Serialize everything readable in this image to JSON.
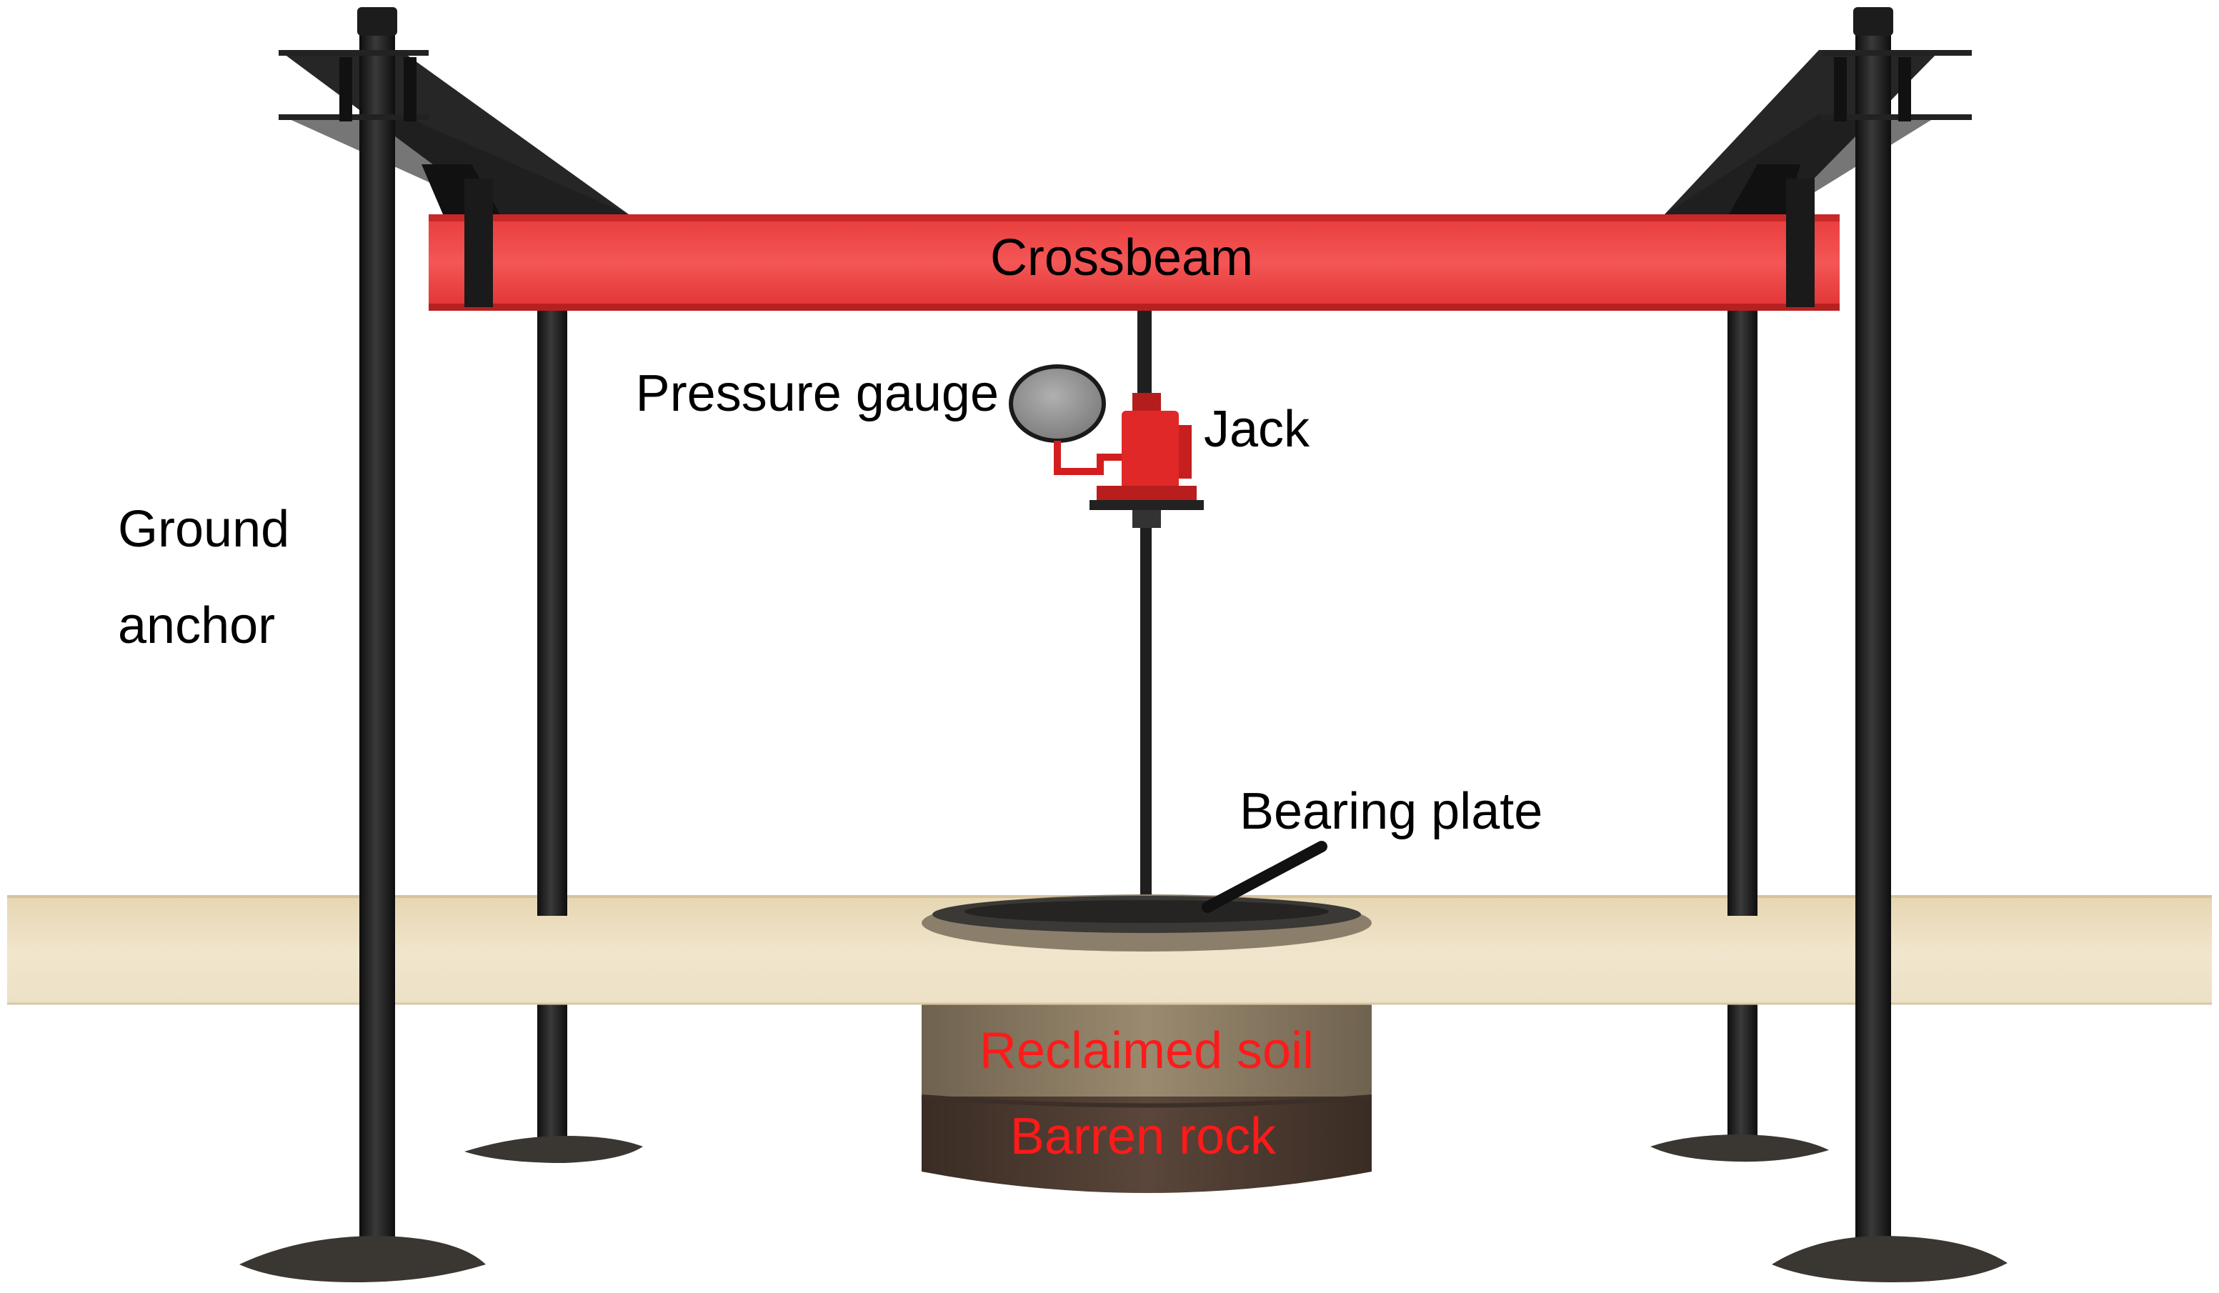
{
  "labels": {
    "crossbeam": "Crossbeam",
    "pressure_gauge": "Pressure gauge",
    "jack": "Jack",
    "ground_anchor_line1": "Ground",
    "ground_anchor_line2": "anchor",
    "bearing_plate": "Bearing plate",
    "reclaimed_soil": "Reclaimed soil",
    "barren_rock": "Barren rock"
  },
  "colors": {
    "crossbeam": "#f04545",
    "jack": "#e02828",
    "steel": "#1f1f1f",
    "ground": "#e8d9b8",
    "soil": "#8c7b62",
    "rock": "#4a3a30",
    "label_dark": "#000000",
    "label_red": "#ff1a1a"
  }
}
